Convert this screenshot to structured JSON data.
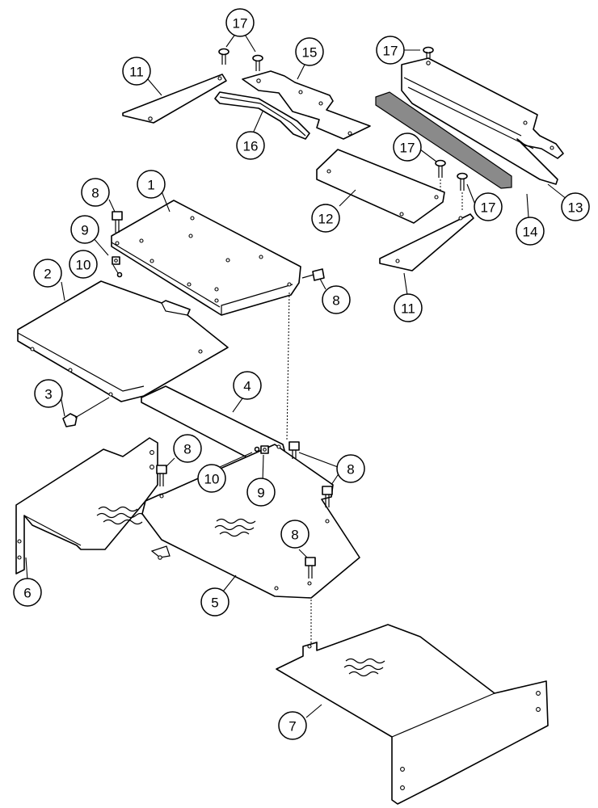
{
  "diagram": {
    "callouts": [
      {
        "id": "c17a",
        "label": "17"
      },
      {
        "id": "c11a",
        "label": "11"
      },
      {
        "id": "c15",
        "label": "15"
      },
      {
        "id": "c17b",
        "label": "17"
      },
      {
        "id": "c16",
        "label": "16"
      },
      {
        "id": "c1",
        "label": "1"
      },
      {
        "id": "c8a",
        "label": "8"
      },
      {
        "id": "c9a",
        "label": "9"
      },
      {
        "id": "c10a",
        "label": "10"
      },
      {
        "id": "c2",
        "label": "2"
      },
      {
        "id": "c8b",
        "label": "8"
      },
      {
        "id": "c17c",
        "label": "17"
      },
      {
        "id": "c12",
        "label": "12"
      },
      {
        "id": "c17d",
        "label": "17"
      },
      {
        "id": "c14",
        "label": "14"
      },
      {
        "id": "c13",
        "label": "13"
      },
      {
        "id": "c11b",
        "label": "11"
      },
      {
        "id": "c3",
        "label": "3"
      },
      {
        "id": "c4",
        "label": "4"
      },
      {
        "id": "c8c",
        "label": "8"
      },
      {
        "id": "c10b",
        "label": "10"
      },
      {
        "id": "c9b",
        "label": "9"
      },
      {
        "id": "c8d",
        "label": "8"
      },
      {
        "id": "c8e",
        "label": "8"
      },
      {
        "id": "c6",
        "label": "6"
      },
      {
        "id": "c5",
        "label": "5"
      },
      {
        "id": "c7",
        "label": "7"
      }
    ]
  }
}
